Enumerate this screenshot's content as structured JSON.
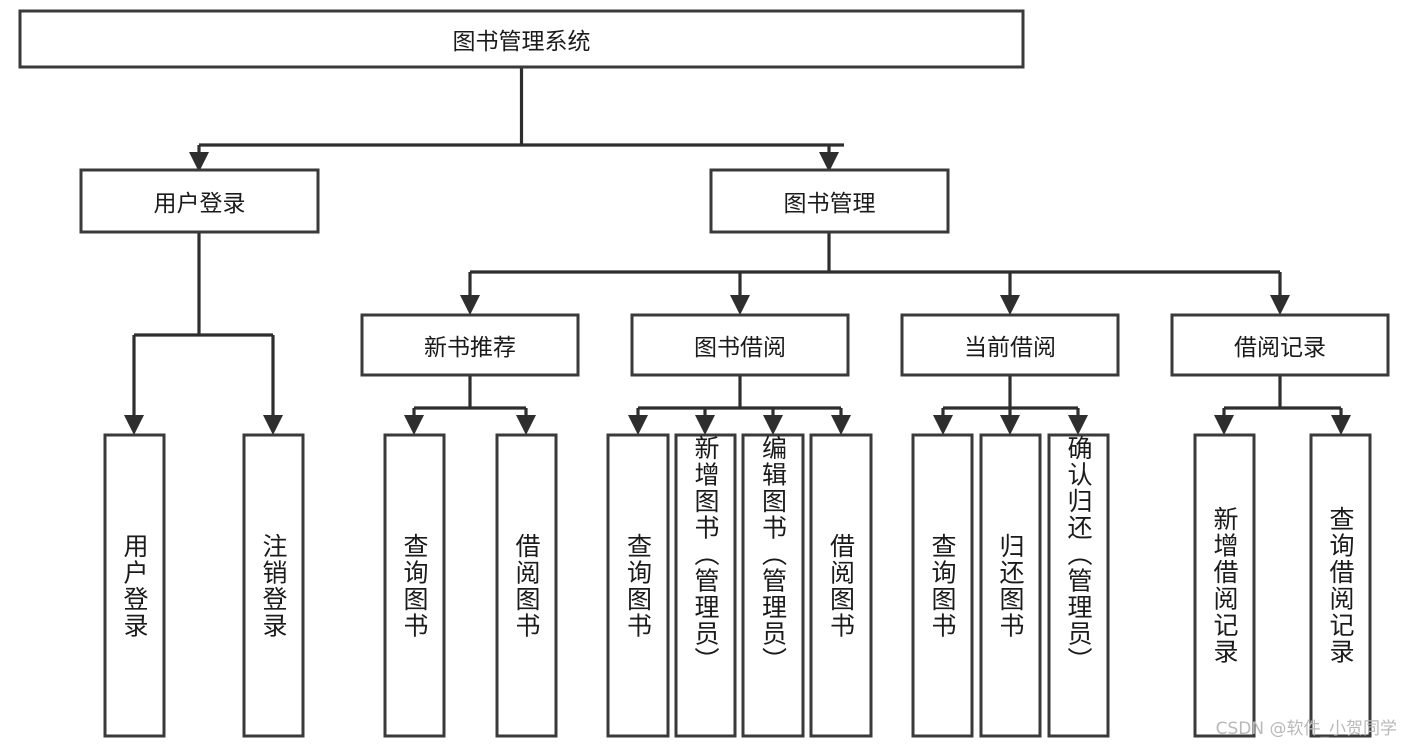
{
  "diagram": {
    "type": "tree-hierarchy",
    "title": "图书管理系统",
    "root": {
      "label": "图书管理系统",
      "orientation": "horizontal"
    },
    "level2": [
      {
        "label": "用户登录",
        "orientation": "horizontal"
      },
      {
        "label": "图书管理",
        "orientation": "horizontal"
      }
    ],
    "level3": [
      {
        "label": "新书推荐",
        "orientation": "horizontal"
      },
      {
        "label": "图书借阅",
        "orientation": "horizontal"
      },
      {
        "label": "当前借阅",
        "orientation": "horizontal"
      },
      {
        "label": "借阅记录",
        "orientation": "horizontal"
      }
    ],
    "leaves": {
      "user_login": [
        {
          "label": "用户登录",
          "orientation": "vertical"
        },
        {
          "label": "注销登录",
          "orientation": "vertical"
        }
      ],
      "new_book_recommend": [
        {
          "label": "查询图书",
          "orientation": "vertical"
        },
        {
          "label": "借阅图书",
          "orientation": "vertical"
        }
      ],
      "book_borrow": [
        {
          "label": "查询图书",
          "orientation": "vertical"
        },
        {
          "label": "新增图书（管理员）",
          "orientation": "vertical"
        },
        {
          "label": "编辑图书（管理员）",
          "orientation": "vertical"
        },
        {
          "label": "借阅图书",
          "orientation": "vertical"
        }
      ],
      "current_borrow": [
        {
          "label": "查询图书",
          "orientation": "vertical"
        },
        {
          "label": "归还图书",
          "orientation": "vertical"
        },
        {
          "label": "确认归还（管理员）",
          "orientation": "vertical"
        }
      ],
      "borrow_record": [
        {
          "label": "新增借阅记录",
          "orientation": "vertical"
        },
        {
          "label": "查询借阅记录",
          "orientation": "vertical"
        }
      ]
    },
    "colors": {
      "background": "#ffffff",
      "box_fill": "#ffffff",
      "box_stroke": "#3a3a3a",
      "connector": "#2e2e2e",
      "text": "#1b1b1b",
      "watermark": "#b9b9b9"
    }
  },
  "watermark": {
    "text": "CSDN @软件_小贺同学"
  }
}
